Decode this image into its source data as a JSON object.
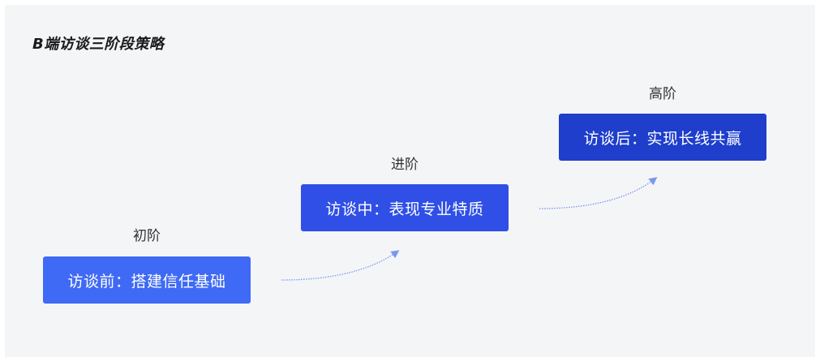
{
  "title": "B端访谈三阶段策略",
  "stages": [
    {
      "level": "初阶",
      "text": "访谈前：搭建信任基础",
      "color": "#3f6af5"
    },
    {
      "level": "进阶",
      "text": "访谈中：表现专业特质",
      "color": "#2f4fe6"
    },
    {
      "level": "高阶",
      "text": "访谈后：实现长线共赢",
      "color": "#1e3ecb"
    }
  ],
  "colors": {
    "background": "#f4f5f7",
    "arrow": "#7b96f0"
  }
}
